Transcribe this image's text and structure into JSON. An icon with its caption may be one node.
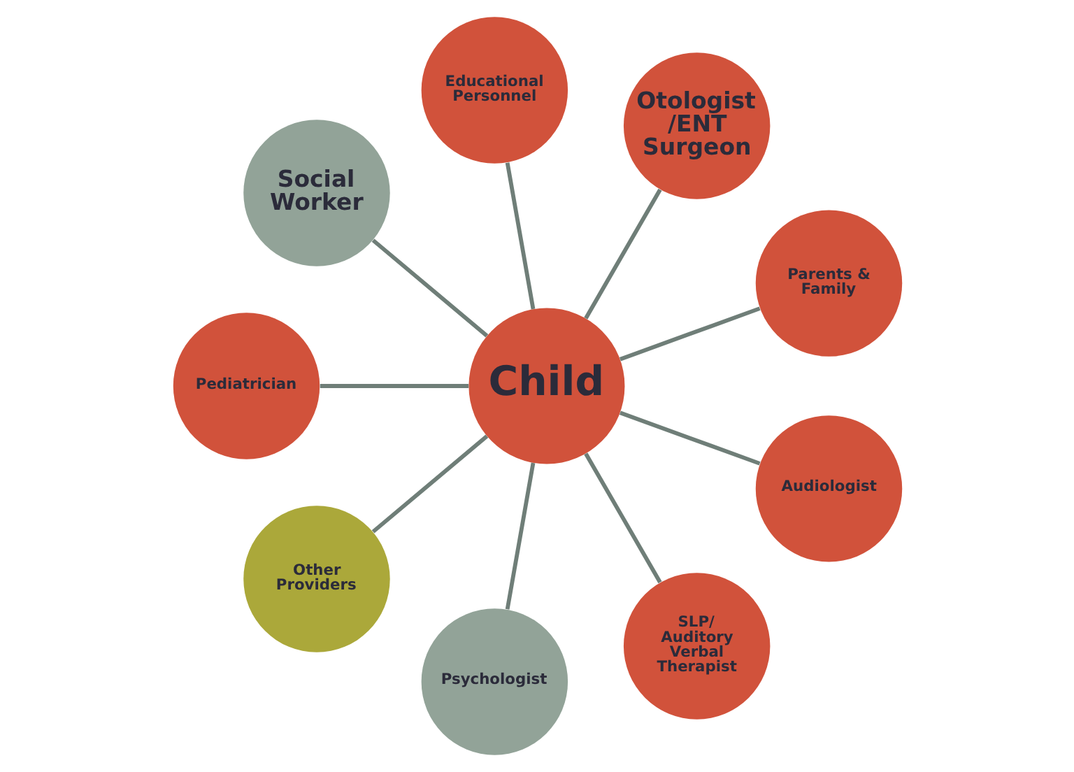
{
  "diagram": {
    "nodes": [
      {
        "text": [
          "Child"
        ]
      },
      {
        "text": [
          "Parents & Family"
        ]
      },
      {
        "text": [
          "Otologist /ENT Surgeon"
        ]
      },
      {
        "text": [
          "Educational Personnel"
        ]
      },
      {
        "text": [
          "Social Worker"
        ]
      },
      {
        "text": [
          "Pediatrician"
        ]
      },
      {
        "text": [
          "Other Providers"
        ]
      },
      {
        "text": [
          "Psychologist"
        ]
      },
      {
        "text": [
          "SLP/ Auditory Verbal Therapist"
        ]
      },
      {
        "text": [
          "Audiologist"
        ]
      }
    ],
    "edges": [
      {
        "from": 0,
        "to": 1,
        "arrow": "none"
      },
      {
        "from": 0,
        "to": 2,
        "arrow": "none"
      },
      {
        "from": 0,
        "to": 3,
        "arrow": "none"
      },
      {
        "from": 0,
        "to": 4,
        "arrow": "none"
      },
      {
        "from": 0,
        "to": 5,
        "arrow": "none"
      },
      {
        "from": 0,
        "to": 6,
        "arrow": "none"
      },
      {
        "from": 0,
        "to": 7,
        "arrow": "none"
      },
      {
        "from": 0,
        "to": 8,
        "arrow": "none"
      },
      {
        "from": 0,
        "to": 9,
        "arrow": "none"
      }
    ]
  }
}
